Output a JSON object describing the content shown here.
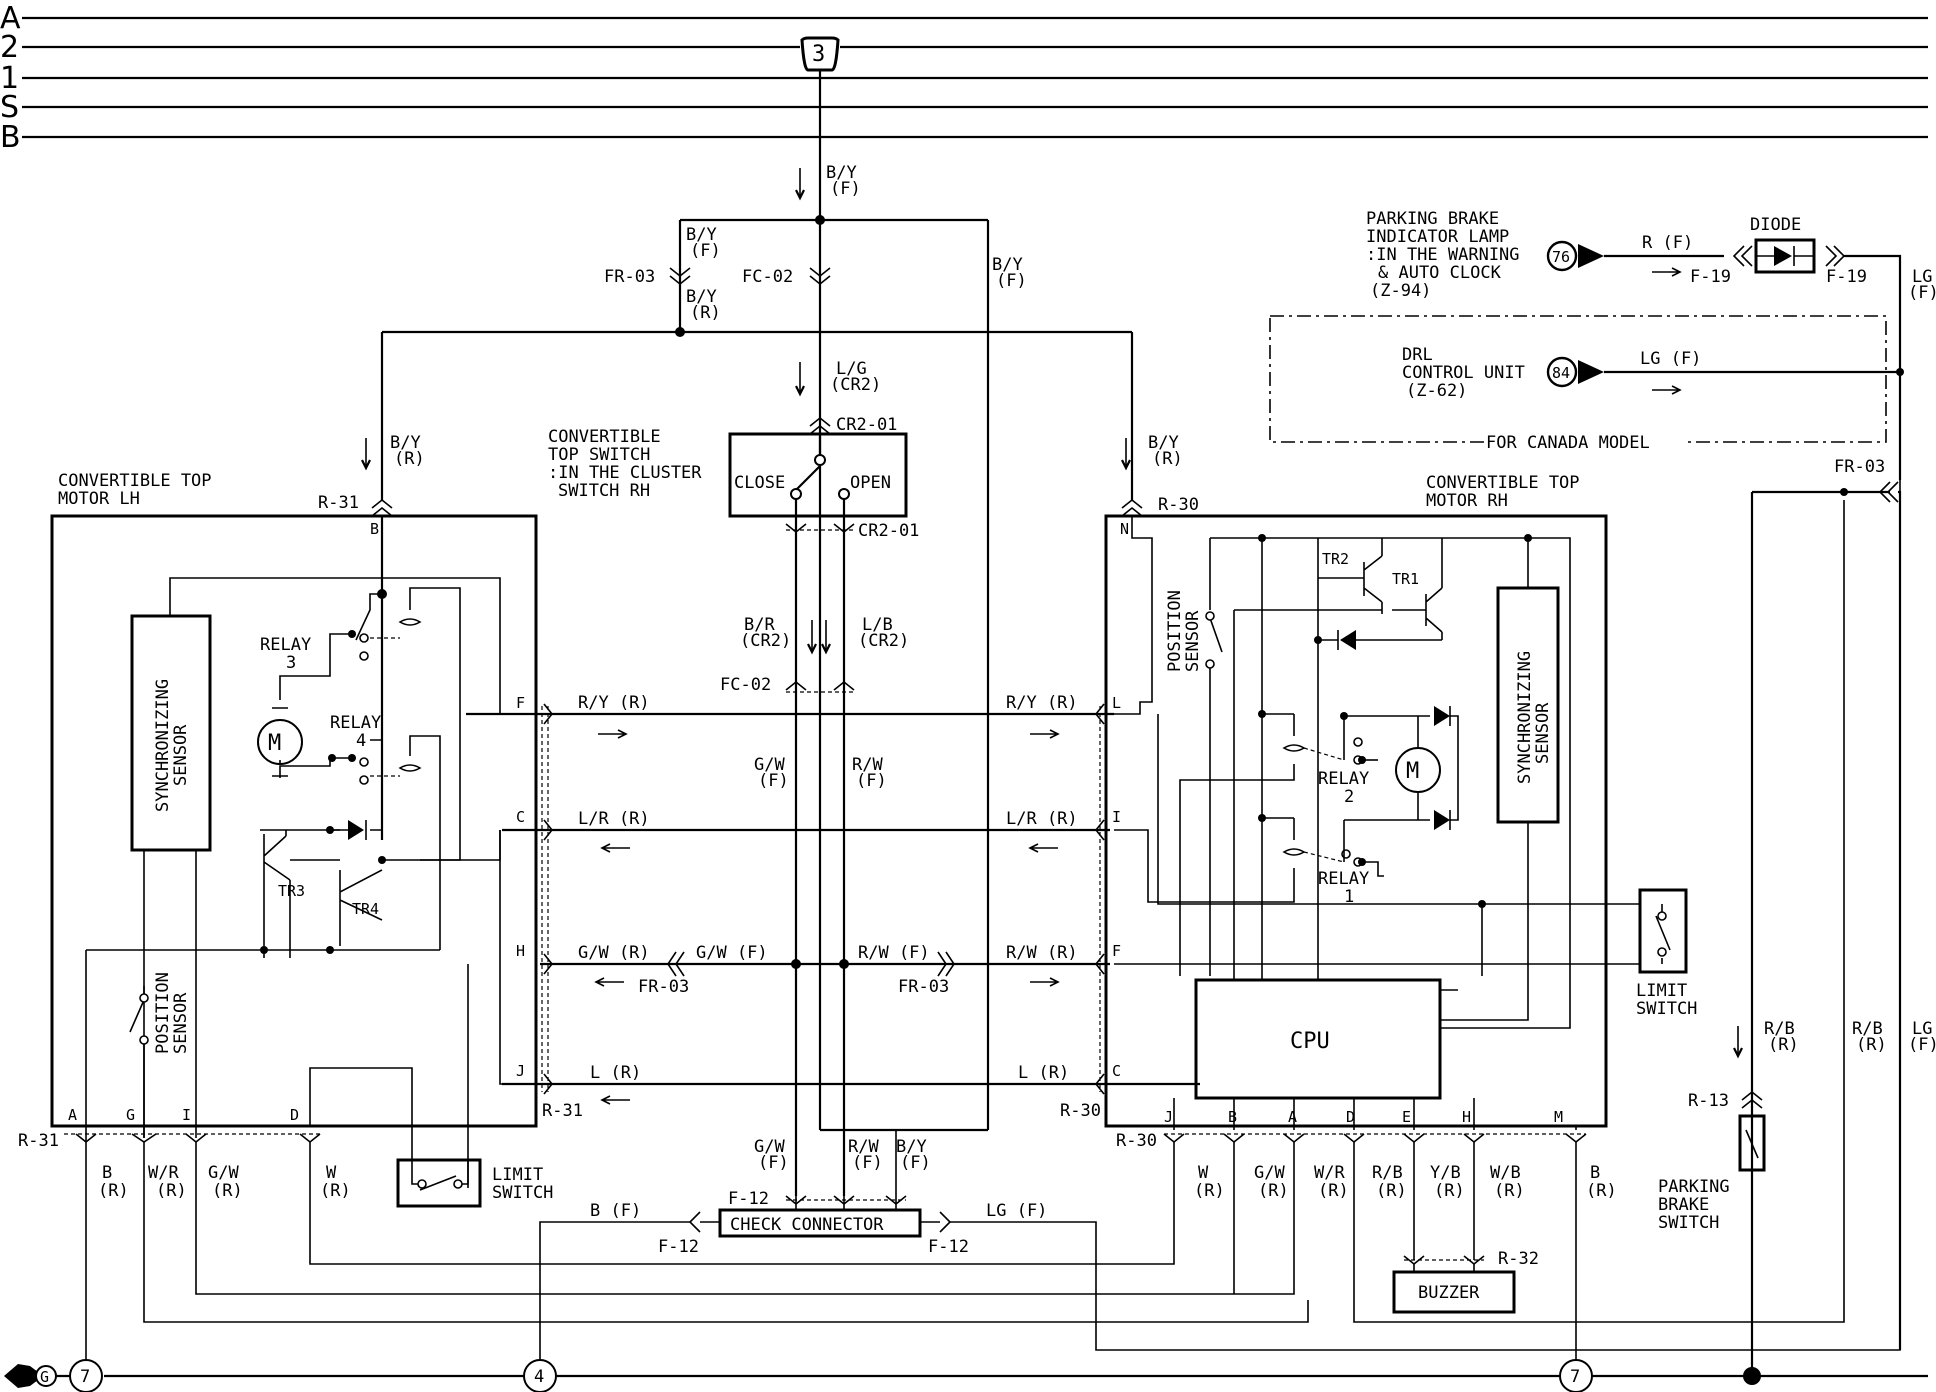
{
  "bus_labels": [
    "A",
    "2",
    "1",
    "S",
    "B"
  ],
  "bus_connector": "3",
  "ground_symbol": "G",
  "ground_refs": [
    "7",
    "4",
    "7"
  ],
  "parking_brake_lamp": {
    "lines": [
      "PARKING BRAKE",
      "INDICATOR LAMP",
      ":IN THE WARNING",
      "& AUTO CLOCK",
      "(Z-94)"
    ],
    "connector": "76",
    "wire": "R (F)",
    "ref": "F-19"
  },
  "diode": {
    "label": "DIODE",
    "ref": "F-19",
    "out_wire": [
      "LG",
      "(F)"
    ]
  },
  "drl": {
    "lines": [
      "DRL",
      "CONTROL UNIT",
      "(Z-62)"
    ],
    "connector": "84",
    "wire": "LG (F)",
    "note": "FOR CANADA MODEL"
  },
  "top_switch": {
    "lines": [
      "CONVERTIBLE",
      "TOP SWITCH",
      ":IN THE CLUSTER",
      "SWITCH RH"
    ],
    "close": "CLOSE",
    "open": "OPEN",
    "conn_top": "CR2-01",
    "conn_bottom": "CR2-01"
  },
  "motor_lh": {
    "title": [
      "CONVERTIBLE TOP",
      "MOTOR LH"
    ],
    "conn": "R-31",
    "sync_sensor": [
      "SYNCHRONIZING",
      "SENSOR"
    ],
    "position_sensor": [
      "POSITION",
      "SENSOR"
    ],
    "relay3": [
      "RELAY",
      "3"
    ],
    "relay4": [
      "RELAY",
      "4"
    ],
    "motor": "M",
    "tr3": "TR3",
    "tr4": "TR4",
    "pins": {
      "B": "B",
      "F": "F",
      "C": "C",
      "H": "H",
      "J": "J",
      "A": "A",
      "G": "G",
      "I": "I",
      "D": "D"
    }
  },
  "motor_rh": {
    "title": [
      "CONVERTIBLE TOP",
      "MOTOR RH"
    ],
    "conn": "R-30",
    "sync_sensor": [
      "SYNCHRONIZING",
      "SENSOR"
    ],
    "position_sensor": [
      "POSITION",
      "SENSOR"
    ],
    "relay1": [
      "RELAY",
      "1"
    ],
    "relay2": [
      "RELAY",
      "2"
    ],
    "motor": "M",
    "tr1": "TR1",
    "tr2": "TR2",
    "cpu": "CPU",
    "pins": {
      "N": "N",
      "L": "L",
      "I": "I",
      "F": "F",
      "C": "C",
      "J": "J",
      "B": "B",
      "A": "A",
      "D": "D",
      "E": "E",
      "H": "H",
      "M": "M"
    }
  },
  "limit_switch_lh": [
    "LIMIT",
    "SWITCH"
  ],
  "limit_switch_rh": [
    "LIMIT",
    "SWITCH"
  ],
  "parking_brake_switch": {
    "lines": [
      "PARKING",
      "BRAKE",
      "SWITCH"
    ],
    "conn": "R-13",
    "wire": [
      "R/B",
      "(R)"
    ]
  },
  "buzzer": {
    "label": "BUZZER",
    "conn": "R-32"
  },
  "check_connector": {
    "label": "CHECK CONNECTOR",
    "conn": "F-12",
    "left_ref": "F-12",
    "right_ref": "F-12",
    "left_wire": "B (F)",
    "right_wire": "LG (F)"
  },
  "connectors": {
    "fr03": "FR-03",
    "fc02": "FC-02",
    "cr2_01": "CR2-01",
    "r31": "R-31",
    "r30": "R-30",
    "fr03_right": "FR-03"
  },
  "wires": {
    "by_f": [
      "B/Y",
      "(F)"
    ],
    "by_r": [
      "B/Y",
      "(R)"
    ],
    "lg_cr2": [
      "L/G",
      "(CR2)"
    ],
    "br_cr2": [
      "B/R",
      "(CR2)"
    ],
    "lb_cr2": [
      "L/B",
      "(CR2)"
    ],
    "gw_f": [
      "G/W",
      "(F)"
    ],
    "rw_f": [
      "R/W",
      "(F)"
    ],
    "ry_r": "R/Y (R)",
    "lr_r": "L/R (R)",
    "gw_r": "G/W (R)",
    "gw_f_inline": "G/W (F)",
    "rw_f_inline": "R/W (F)",
    "rw_r": "R/W (R)",
    "l_r": "L (R)",
    "rb_r": [
      "R/B",
      "(R)"
    ],
    "lg_f": [
      "LG",
      "(F)"
    ]
  },
  "bottom_wires_lh": [
    [
      "B",
      "(R)"
    ],
    [
      "W/R",
      "(R)"
    ],
    [
      "G/W",
      "(R)"
    ],
    [
      "W",
      "(R)"
    ]
  ],
  "bottom_wires_rh": [
    [
      "W",
      "(R)"
    ],
    [
      "G/W",
      "(R)"
    ],
    [
      "W/R",
      "(R)"
    ],
    [
      "R/B",
      "(R)"
    ],
    [
      "Y/B",
      "(R)"
    ],
    [
      "W/B",
      "(R)"
    ],
    [
      "B",
      "(R)"
    ]
  ]
}
